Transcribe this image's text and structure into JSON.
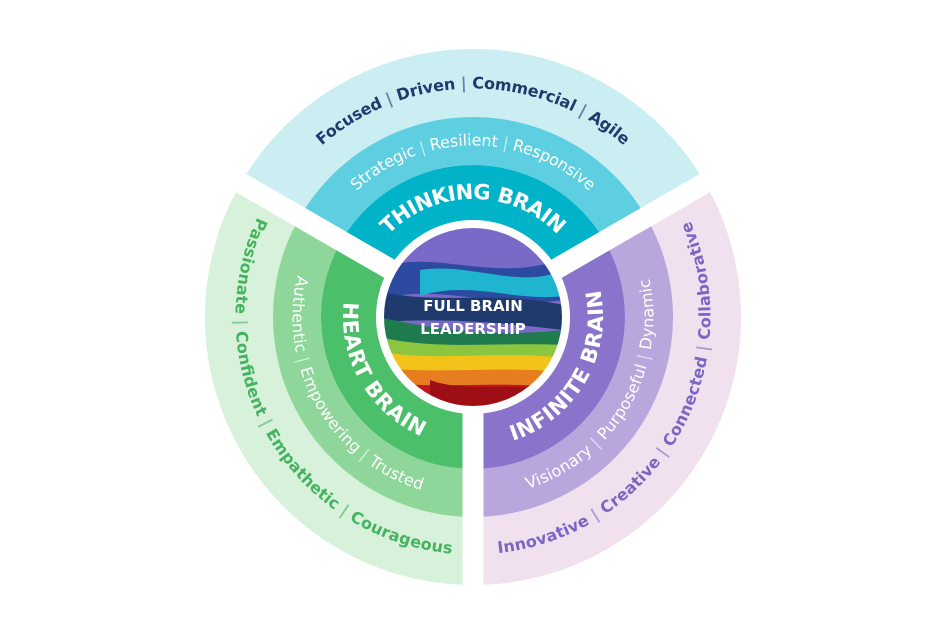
{
  "center": {
    "line1": "FULL BRAIN",
    "line2": "LEADERSHIP"
  },
  "segments": [
    {
      "id": "thinking",
      "title": "THINKING BRAIN",
      "middle": [
        "Strategic",
        "Resilient",
        "Responsive"
      ],
      "outer": [
        "Focused",
        "Driven",
        "Commercial",
        "Agile"
      ],
      "colors": {
        "inner": "#00B3C9",
        "middle": "#5ECFE0",
        "outer": "#CBEEF3",
        "outer_text": "#1F3B6E",
        "light_text": "#ffffff"
      }
    },
    {
      "id": "infinite",
      "title": "INFINITE BRAIN",
      "middle": [
        "Visionary",
        "Purposeful",
        "Dynamic"
      ],
      "outer": [
        "Innovative",
        "Creative",
        "Connected",
        "Collaborative"
      ],
      "colors": {
        "inner": "#8A73CB",
        "middle": "#B9A6DD",
        "outer": "#F1E1EE",
        "outer_text": "#7B66C2",
        "light_text": "#ffffff"
      }
    },
    {
      "id": "heart",
      "title": "HEART BRAIN",
      "middle": [
        "Authentic",
        "Empowering",
        "Trusted"
      ],
      "outer": [
        "Passionate",
        "Confident",
        "Empathetic",
        "Courageous"
      ],
      "colors": {
        "inner": "#4CBF6A",
        "middle": "#8FD69B",
        "outer": "#D7F1DA",
        "outer_text": "#45B35F",
        "light_text": "#ffffff"
      }
    }
  ],
  "separator": "|"
}
